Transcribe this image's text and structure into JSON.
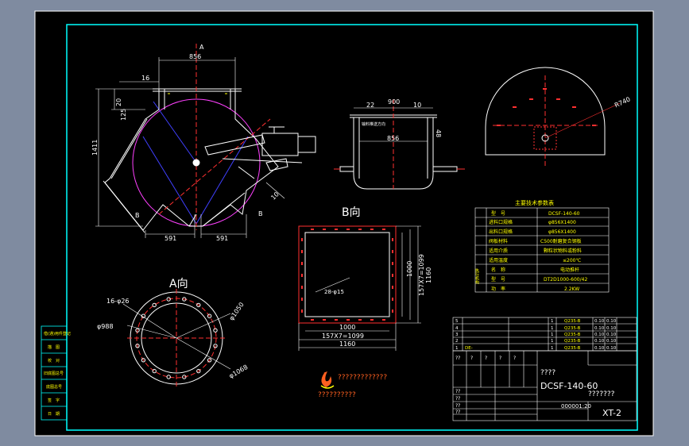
{
  "colors": {
    "background": "#7f8ba0",
    "paper": "#000000",
    "frame": "#ffffff",
    "border": "#00ffff",
    "outline": "#ffffff",
    "dimension": "#ffffff",
    "centerline": "#ff3030",
    "pink": "#ff40ff",
    "blue": "#4040ff",
    "yellow": "#ffff00",
    "green": "#00ff00",
    "table": "#ffffff",
    "bolt": "#ff3030"
  },
  "main_view": {
    "label_a": "A",
    "label_b_left": "B",
    "label_b_right": "B",
    "dim_top": "856",
    "dim_16": "16",
    "dim_20": "20",
    "dim_125": "125",
    "dim_height": "1411",
    "dim_10": "10",
    "dim_bottom_left": "591",
    "dim_bottom_right": "591"
  },
  "side_view": {
    "dim_900": "900",
    "dim_22": "22",
    "dim_10": "10",
    "dim_856": "856",
    "dim_48": "48",
    "note": "输料推送方向"
  },
  "top_view": {
    "radius_label": "R740"
  },
  "view_b": {
    "title": "B向",
    "dim_1000_bottom": "1000",
    "dim_157": "157X7=1099",
    "dim_1160_bottom": "1160",
    "dim_1000_right": "1000",
    "dim_157_right": "157X7=1099",
    "dim_1160_right": "1160",
    "hole_label": "28-φ15"
  },
  "view_a": {
    "title": "A向",
    "holes": "16-φ26",
    "dia_988": "φ988",
    "dia_1050": "φ1050",
    "dia_1068": "φ1068"
  },
  "spec_table": {
    "title": "主要技术参数表",
    "rows": [
      {
        "name": "型　号",
        "value": "DCSF-140-60"
      },
      {
        "name": "进料口规格",
        "value": "φ856X1400"
      },
      {
        "name": "出料口规格",
        "value": "φ856X1400"
      },
      {
        "name": "阀板材料",
        "value": "C500耐磨复合钢板"
      },
      {
        "name": "适用介质",
        "value": "颗粒状物料或粉料"
      },
      {
        "name": "适用温度",
        "value": "≤200℃"
      },
      {
        "name": "名　称",
        "value": "电动推杆"
      },
      {
        "name": "型　号",
        "value": "DT2D1000-600/42"
      },
      {
        "name": "功　率",
        "value": "2.2KW"
      }
    ],
    "group_label": "执行机构"
  },
  "parts_list": {
    "rows": [
      {
        "no": "5",
        "name": "",
        "qty": "1",
        "mat": "Q235-B",
        "w1": "0.10",
        "w2": "0.10"
      },
      {
        "no": "4",
        "name": "",
        "qty": "1",
        "mat": "Q235-B",
        "w1": "0.10",
        "w2": "0.10"
      },
      {
        "no": "3",
        "name": "",
        "qty": "1",
        "mat": "Q235-B",
        "w1": "0.10",
        "w2": "0.10"
      },
      {
        "no": "2",
        "name": "",
        "qty": "1",
        "mat": "Q235-B",
        "w1": "0.10",
        "w2": "0.10"
      },
      {
        "no": "1",
        "name": "DE-",
        "qty": "1",
        "mat": "Q235-B",
        "w1": "0.10",
        "w2": "0.10"
      }
    ]
  },
  "title_block": {
    "company": "????",
    "drawing_name": "DCSF-140-60",
    "drawing_subtitle": "???????",
    "scale": "000001:20",
    "drawing_no": "XT-2",
    "header_marks": [
      "??",
      "?",
      "?",
      "?",
      "?"
    ],
    "sign_rows": [
      "??",
      "??",
      "??",
      "??"
    ]
  },
  "left_strip": [
    "借(通)用件登记",
    "描　图",
    "校　对",
    "旧底图总号",
    "底图总号",
    "签　字",
    "日　期"
  ],
  "logo_text": "?????????????",
  "logo_subtext": "??????????"
}
